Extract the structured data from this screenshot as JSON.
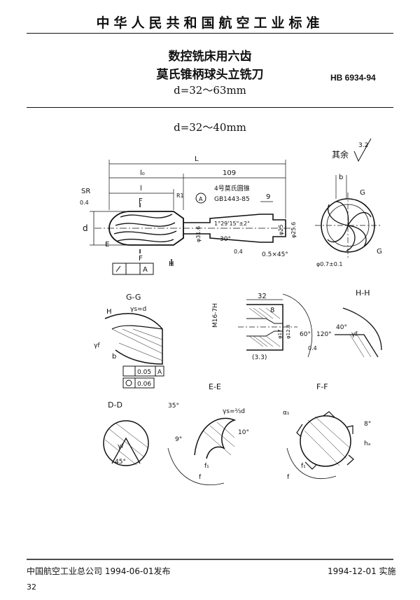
{
  "header": {
    "standard_title": "中华人民共和国航空工业标准",
    "title_line1": "数控铣床用六齿",
    "title_line2": "莫氏锥柄球头立铣刀",
    "diameter_range": "d=32～63mm",
    "standard_number": "HB 6934-94"
  },
  "drawing": {
    "subtitle": "d=32～40mm",
    "roughness_note": "其余",
    "roughness_value": "3.2",
    "labels": {
      "L": "L",
      "l0": "l₀",
      "dim_109": "109",
      "l": "l",
      "R1": "R1",
      "SR": "SR",
      "rough_04": "0.4",
      "d": "d",
      "F": "F",
      "E": "E",
      "H": "H",
      "gauge": "4号莫氏圆锥",
      "gauge_std": "GB1443-85",
      "datum_A": "A",
      "dim_9": "9",
      "taper": "1°29'15\"±2\"",
      "dia_316": "φ31.6",
      "dia_25": "φ25",
      "dia_25_6": "φ25.6",
      "angle_30": "30°",
      "chamfer": "0.5×45°",
      "tol_A": "A",
      "b": "b",
      "G": "G",
      "dia_07": "φ0.7±0.1",
      "GG": "G-G",
      "gamma_s": "γs=d",
      "gamma_f": "γf",
      "tol_005": "0.05",
      "tol_006": "0.06",
      "M16": "M16-7H",
      "dim_32": "32",
      "dim_8": "8",
      "dia_17": "φ17",
      "dia_128": "φ12.8",
      "angle_60": "60°",
      "angle_120": "120°",
      "dim_33": "(3.3)",
      "HH": "H-H",
      "angle_40": "40°",
      "DD": "D-D",
      "angle_45": "45°",
      "EE": "E-E",
      "angle_35": "35°",
      "angle_9": "9°",
      "angle_10": "10°",
      "gamma_s2": "γs=⅔d",
      "f1": "f₁",
      "f": "f",
      "FF": "F-F",
      "angle_8": "8°",
      "alpha1": "α₁",
      "hk": "hₐ"
    }
  },
  "footer": {
    "publisher": "中国航空工业总公司 1994-06-01发布",
    "implementation": "1994-12-01 实施",
    "page": "32"
  }
}
